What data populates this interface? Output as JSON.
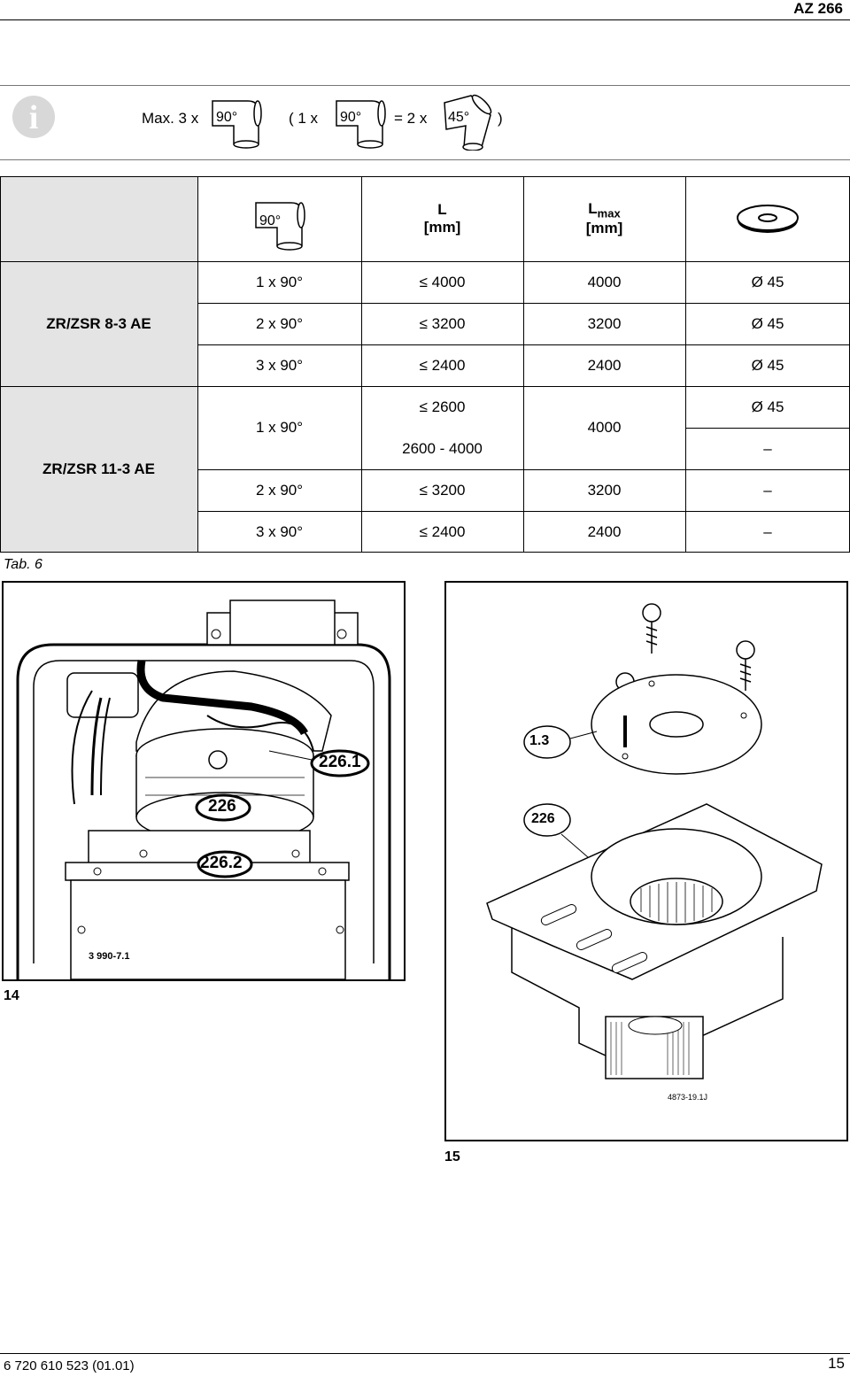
{
  "header": {
    "title": "AZ 266"
  },
  "note": {
    "icon": "info-icon",
    "prefix": "Max. 3 x",
    "elbow90": "90°",
    "open_paren": "( 1 x",
    "equals": "= 2 x",
    "elbow45": "45°",
    "close_paren": ")"
  },
  "table": {
    "col_headers": {
      "elbow_label": "90°",
      "l_label": "L",
      "l_unit": "[mm]",
      "lmax_label": "L",
      "lmax_sub": "max",
      "lmax_unit": "[mm]",
      "ring_icon": "orifice-ring-icon"
    },
    "group1": {
      "model": "ZR/ZSR 8-3 AE",
      "rows": [
        {
          "bends": "1 x 90°",
          "l": "≤ 4000",
          "lmax": "4000",
          "orifice": "Ø 45"
        },
        {
          "bends": "2 x 90°",
          "l": "≤ 3200",
          "lmax": "3200",
          "orifice": "Ø 45"
        },
        {
          "bends": "3 x 90°",
          "l": "≤ 2400",
          "lmax": "2400",
          "orifice": "Ø 45"
        }
      ]
    },
    "group2": {
      "model": "ZR/ZSR 11-3 AE",
      "row1": {
        "bends": "1 x 90°",
        "l_a": "≤ 2600",
        "l_b": "2600 - 4000",
        "lmax": "4000",
        "orifice_a": "Ø 45",
        "orifice_b": "–"
      },
      "row2": {
        "bends": "2 x 90°",
        "l": "≤ 3200",
        "lmax": "3200",
        "orifice": "–"
      },
      "row3": {
        "bends": "3 x 90°",
        "l": "≤ 2400",
        "lmax": "2400",
        "orifice": "–"
      }
    },
    "caption": "Tab. 6"
  },
  "figure14": {
    "labels": {
      "l1": "226.1",
      "l2": "226",
      "l3": "226.2"
    },
    "code": "3 990-7.1",
    "number": "14"
  },
  "figure15": {
    "labels": {
      "l1": "1.3",
      "l2": "226"
    },
    "code": "4873-19.1J",
    "number": "15"
  },
  "footer": {
    "doc_number": "6 720 610 523 (01.01)",
    "page": "15"
  }
}
